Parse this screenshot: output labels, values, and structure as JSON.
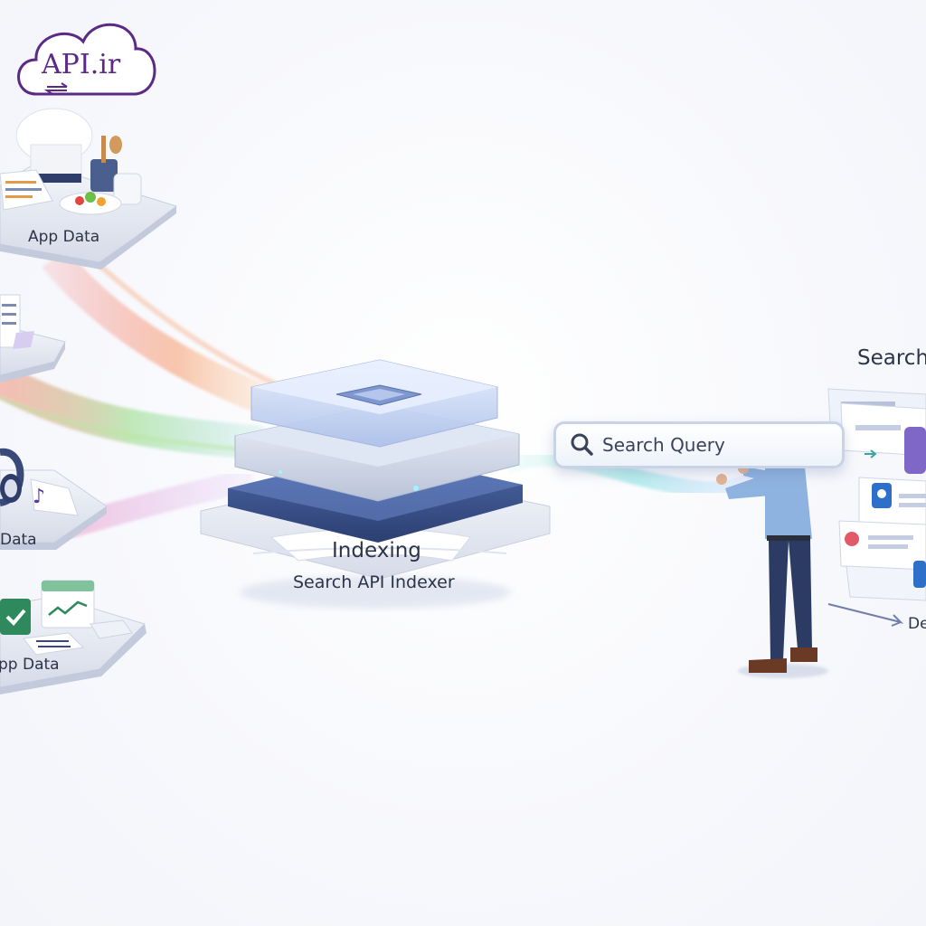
{
  "logo": {
    "text": "API.ir"
  },
  "sources": [
    {
      "label": "App Data"
    },
    {
      "label": "Data"
    },
    {
      "label": "pp Data"
    }
  ],
  "indexer": {
    "title": "Indexing",
    "subtitle": "Search API Indexer"
  },
  "search": {
    "query_placeholder": "Search Query"
  },
  "results": {
    "title": "Search",
    "details_label": "De"
  },
  "colors": {
    "brand_purple": "#5a2a86",
    "flow_orange": "#f79a6a",
    "flow_green": "#9bdc8a",
    "flow_pink": "#f39ac2",
    "flow_cyan": "#7fe3e0"
  }
}
